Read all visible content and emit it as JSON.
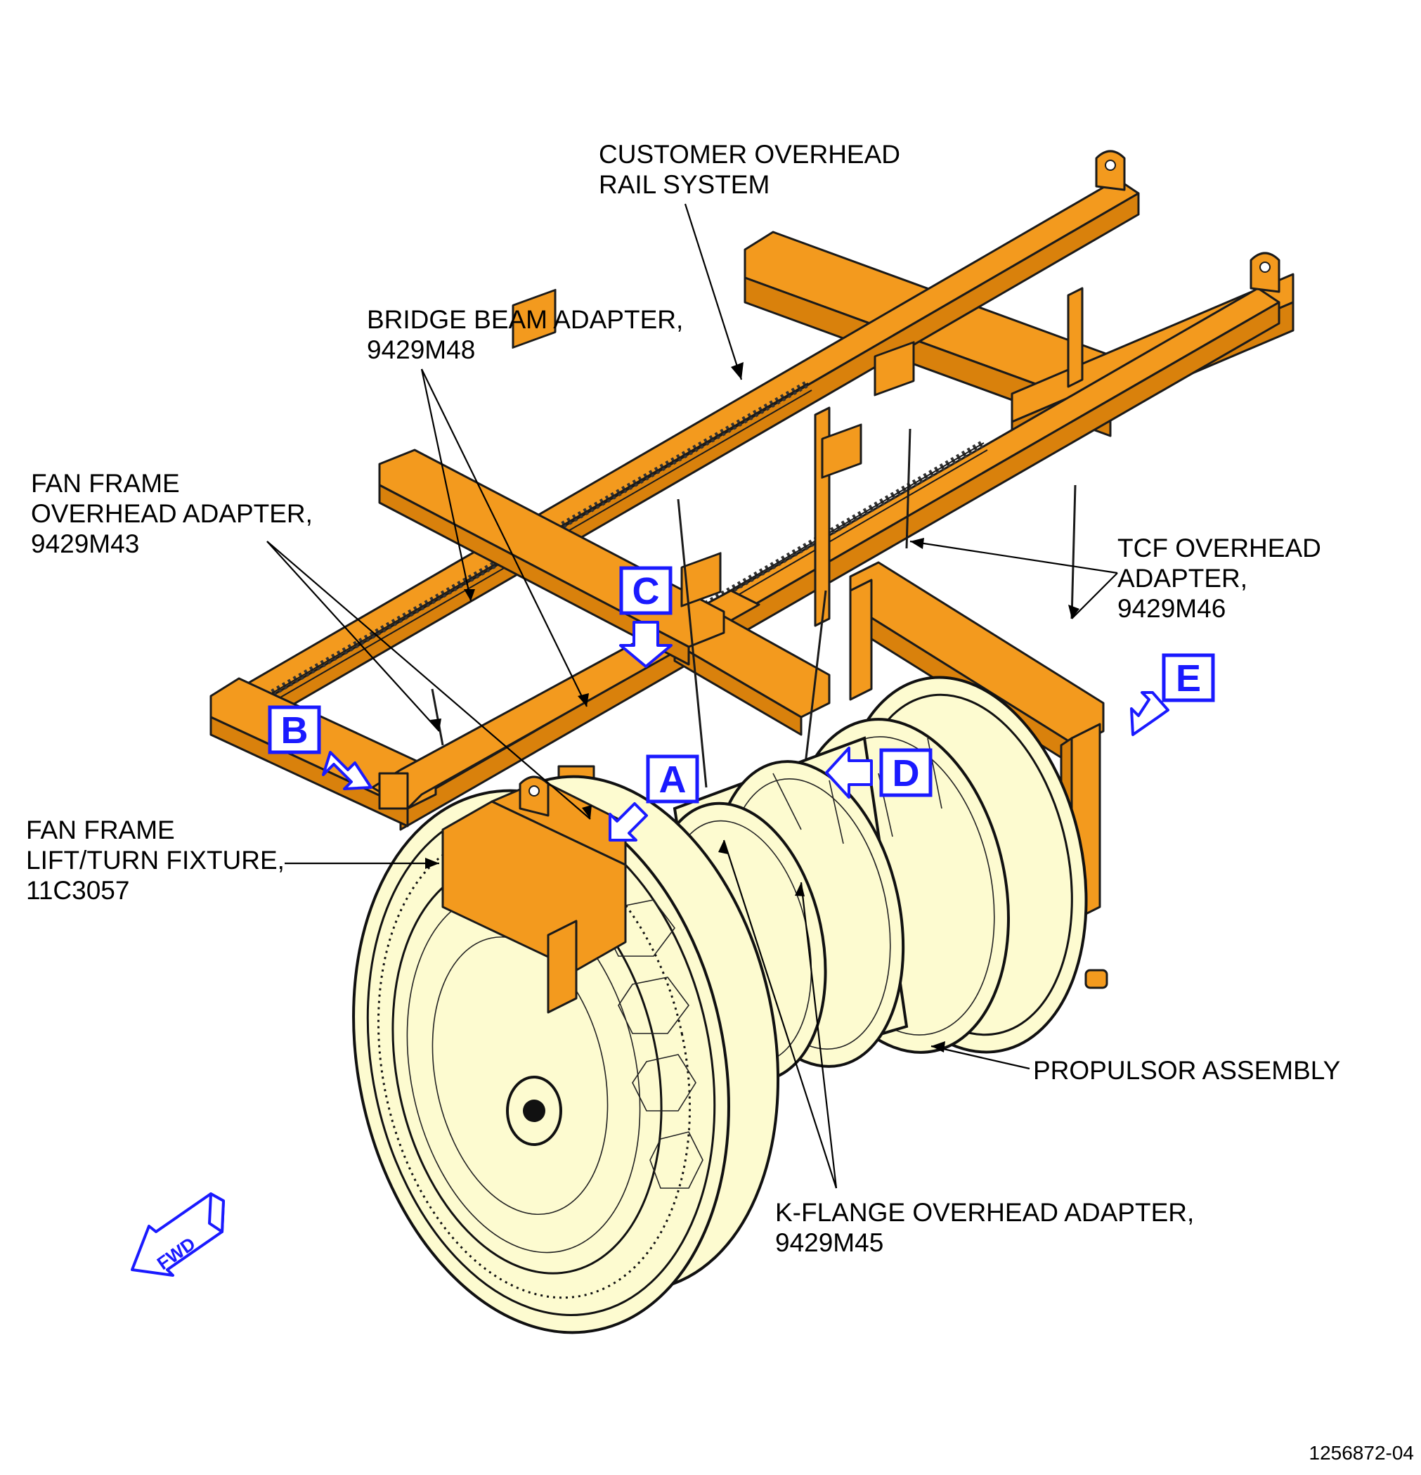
{
  "labels": {
    "customer_rail_line1": "CUSTOMER OVERHEAD",
    "customer_rail_line2": "RAIL SYSTEM",
    "bridge_beam_line1": "BRIDGE BEAM ADAPTER,",
    "bridge_beam_line2": "9429M48",
    "fan_frame_overhead_line1": "FAN FRAME",
    "fan_frame_overhead_line2": "OVERHEAD ADAPTER,",
    "fan_frame_overhead_line3": "9429M43",
    "tcf_overhead_line1": "TCF OVERHEAD",
    "tcf_overhead_line2": "ADAPTER,",
    "tcf_overhead_line3": "9429M46",
    "fan_frame_fixture_line1": "FAN FRAME",
    "fan_frame_fixture_line2": "LIFT/TURN FIXTURE,",
    "fan_frame_fixture_line3": "11C3057",
    "propulsor": "PROPULSOR ASSEMBLY",
    "kflange_line1": "K-FLANGE OVERHEAD ADAPTER,",
    "kflange_line2": "9429M45"
  },
  "view_letters": {
    "a": "A",
    "b": "B",
    "c": "C",
    "d": "D",
    "e": "E"
  },
  "fwd_arrow": "FWD",
  "figure_number": "1256872-04",
  "colors": {
    "fixture_orange": "#f39a1e",
    "engine_cream": "#fdfbd0",
    "view_callout_blue": "#1a1aff"
  }
}
